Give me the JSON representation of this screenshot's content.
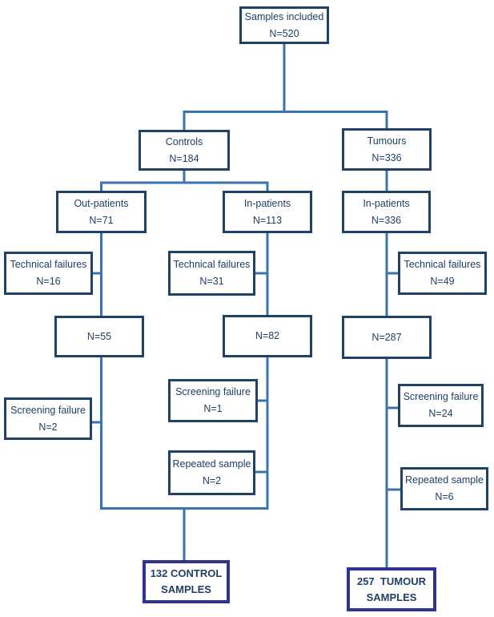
{
  "nodes": {
    "samples_included": {
      "line1": "Samples included",
      "line2": "N=520"
    },
    "controls": {
      "line1": "Controls",
      "line2": "N=184"
    },
    "tumours": {
      "line1": "Tumours",
      "line2": "N=336"
    },
    "out_patients": {
      "line1": "Out-patients",
      "line2": "N=71"
    },
    "in_patients_controls": {
      "line1": "In-patients",
      "line2": "N=113"
    },
    "in_patients_tumours": {
      "line1": "In-patients",
      "line2": "N=336"
    },
    "tech_fail_out": {
      "line1": "Technical failures",
      "line2": "N=16"
    },
    "tech_fail_in": {
      "line1": "Technical failures",
      "line2": "N=31"
    },
    "tech_fail_tumour": {
      "line1": "Technical failures",
      "line2": "N=49"
    },
    "n55": {
      "line1": "N=55"
    },
    "n82": {
      "line1": "N=82"
    },
    "n287": {
      "line1": "N=287"
    },
    "screening_fail_out": {
      "line1": "Screening failure",
      "line2": "N=2"
    },
    "screening_fail_in": {
      "line1": "Screening failure",
      "line2": "N=1"
    },
    "screening_fail_tumour": {
      "line1": "Screening failure",
      "line2": "N=24"
    },
    "repeated_sample_in": {
      "line1": "Repeated sample",
      "line2": "N=2"
    },
    "repeated_sample_tumour": {
      "line1": "Repeated sample",
      "line2": "N=6"
    },
    "control_samples": {
      "line1": "132 CONTROL",
      "line2": "SAMPLES"
    },
    "tumour_samples": {
      "line1": "257  TUMOUR",
      "line2": "SAMPLES"
    }
  },
  "colors": {
    "box_border": "#1f4266",
    "line": "#3a73b2",
    "text": "#1f3f66",
    "final_border": "#2f3494",
    "bg": "#ffffff"
  }
}
